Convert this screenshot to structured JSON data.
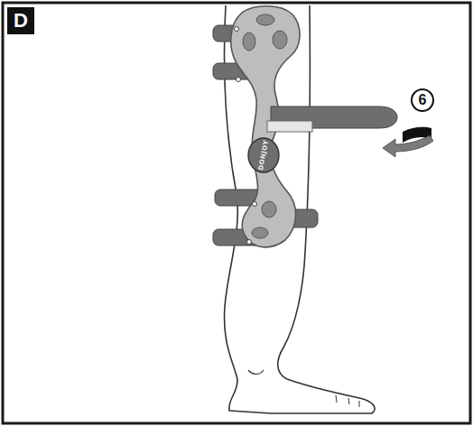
{
  "diagram": {
    "nodes": [
      {
        "text": [
          "D"
        ]
      },
      {
        "text": [
          "6"
        ]
      }
    ],
    "labels": [
      "DONJOY"
    ]
  }
}
